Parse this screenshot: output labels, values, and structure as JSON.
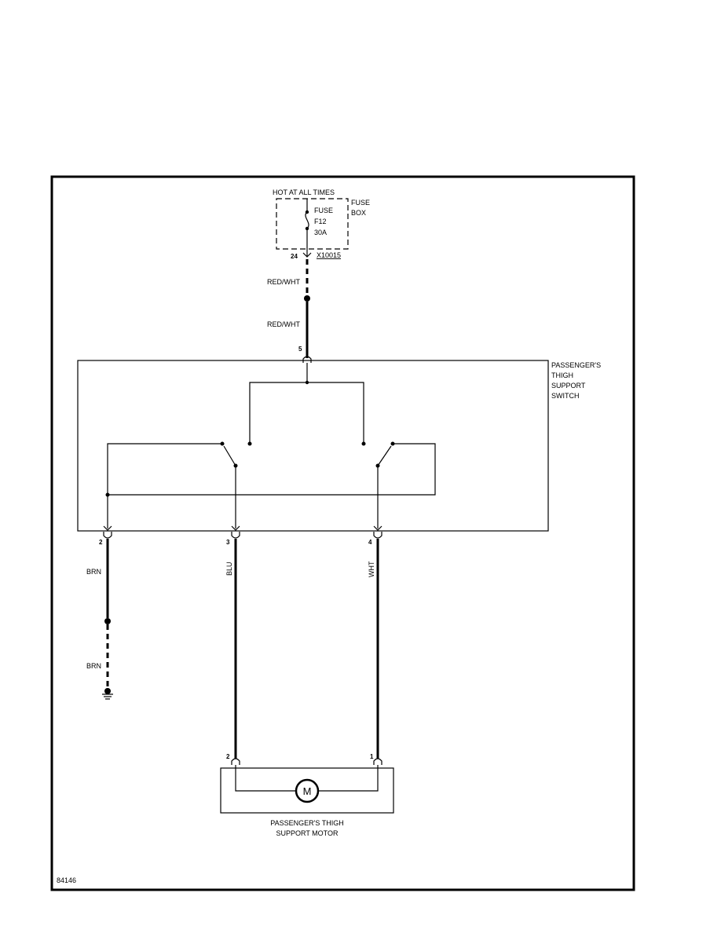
{
  "fuse_box": {
    "supply_label": "HOT AT ALL TIMES",
    "box_label_line1": "FUSE",
    "box_label_line2": "BOX",
    "fuse_label_line1": "FUSE",
    "fuse_label_line2": "F12",
    "fuse_label_line3": "30A",
    "connector_pin": "24",
    "connector_id": "X10015"
  },
  "wires": {
    "feed_upper_color": "RED/WHT",
    "feed_lower_color": "RED/WHT",
    "ground_upper_color": "BRN",
    "ground_lower_color": "BRN",
    "motor_a_color": "BLU",
    "motor_b_color": "WHT"
  },
  "switch": {
    "name_line1": "PASSENGER'S",
    "name_line2": "THIGH",
    "name_line3": "SUPPORT",
    "name_line4": "SWITCH",
    "pin_feed": "5",
    "pin_ground": "2",
    "pin_blu": "3",
    "pin_wht": "4"
  },
  "motor": {
    "symbol": "M",
    "name_line1": "PASSENGER'S THIGH",
    "name_line2": "SUPPORT MOTOR",
    "pin_blu": "2",
    "pin_wht": "1"
  },
  "figure_id": "84146"
}
